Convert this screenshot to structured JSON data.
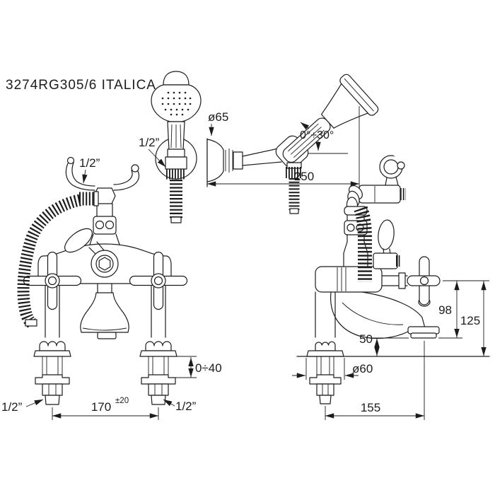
{
  "title": "3274RG305/6 ITALICA",
  "colors": {
    "line": "#1c1c1c",
    "background": "#ffffff"
  },
  "labels": {
    "handshower_holder_connection": "1/2”",
    "holder_flange_diameter": "ø65",
    "handshower_angle_range": "0°÷30°",
    "holder_projection": "250",
    "hose_outlet_connection": "1/2”",
    "deck_thickness_range": "0÷40",
    "inlet_centres": "170",
    "inlet_centres_tolerance": "±20",
    "left_inlet_connection": "1/2”",
    "right_inlet_connection": "1/2”",
    "handle_to_spout_height": "98",
    "handle_to_deck_height": "125",
    "spout_to_deck_height": "50",
    "base_flange_diameter": "ø60",
    "spout_projection": "155"
  }
}
